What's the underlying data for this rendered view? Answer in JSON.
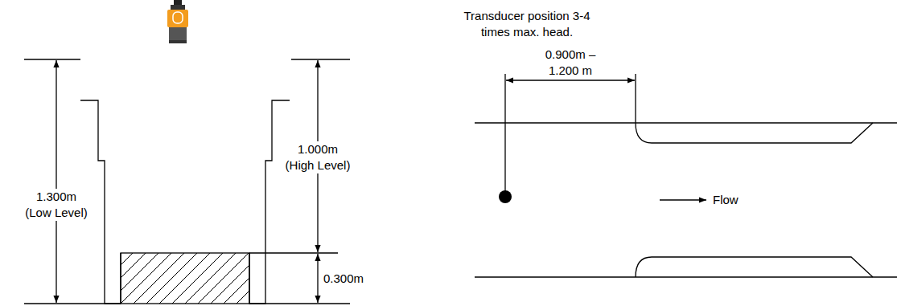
{
  "diagram": {
    "labels": [
      "1.300m (Low Level)",
      "1.000m (High Level)",
      "0.300m",
      "Transducer position 3-4 times max. head.",
      "0.900m – 1.200 m",
      "Flow"
    ]
  }
}
